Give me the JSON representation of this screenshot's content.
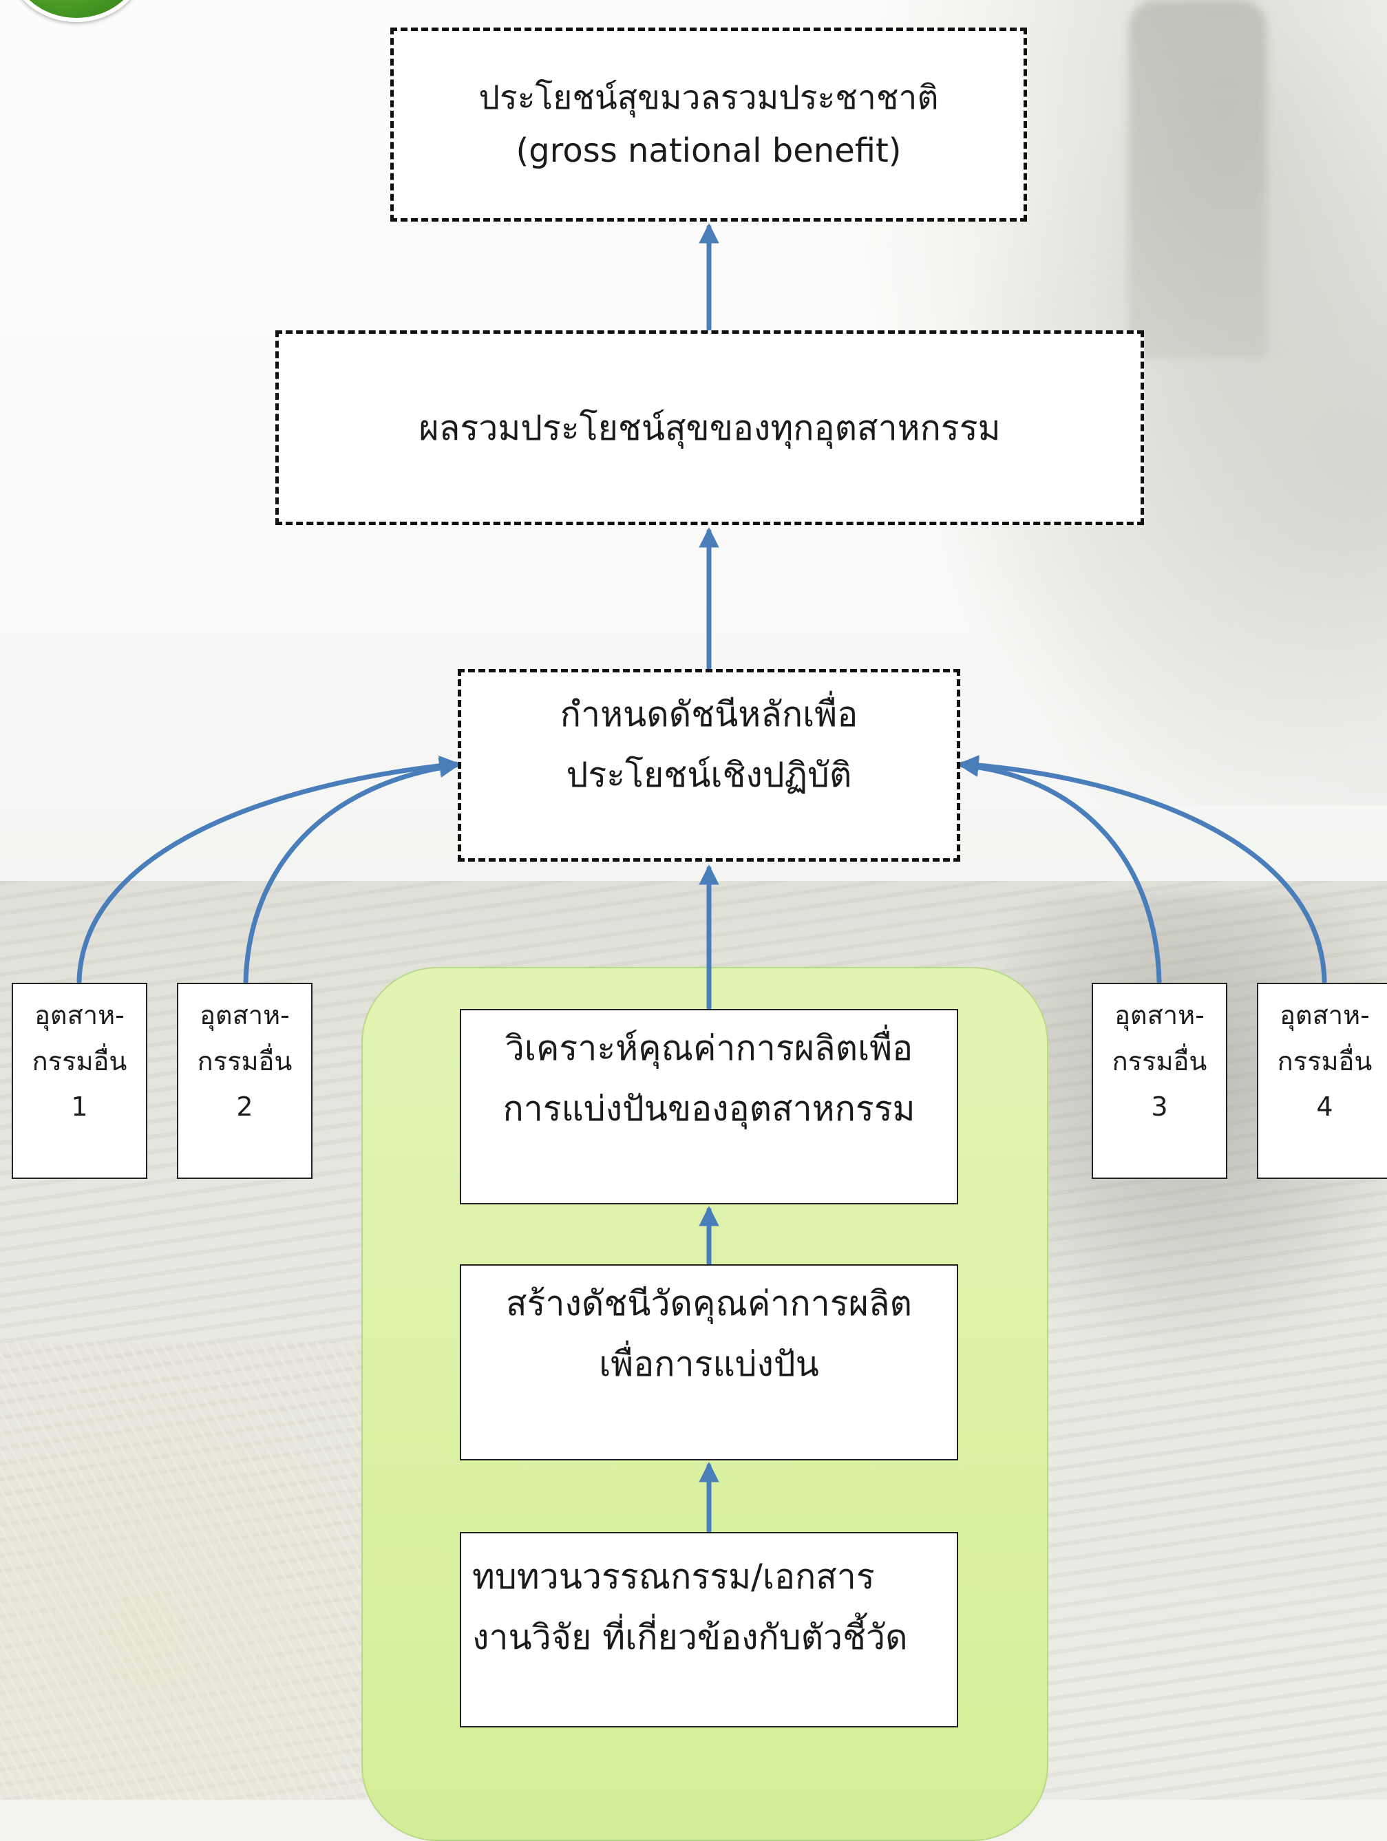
{
  "colors": {
    "arrow": "#4a7ebb",
    "panel": "#d8f0a4",
    "box_border": "#111111"
  },
  "diagram": {
    "top_box": {
      "line1": "ประโยชน์สุขมวลรวมประชาชาติ",
      "line2": "(gross national benefit)"
    },
    "sum_box": {
      "text": "ผลรวมประโยชน์สุขของทุกอุตสาหกรรม"
    },
    "index_box": {
      "line1": "กำหนดดัชนีหลักเพื่อ",
      "line2": "ประโยชน์เชิงปฏิบัติ"
    },
    "side_boxes": [
      {
        "line1": "อุตสาห-",
        "line2": "กรรมอื่น",
        "number": "1"
      },
      {
        "line1": "อุตสาห-",
        "line2": "กรรมอื่น",
        "number": "2"
      },
      {
        "line1": "อุตสาห-",
        "line2": "กรรมอื่น",
        "number": "3"
      },
      {
        "line1": "อุตสาห-",
        "line2": "กรรมอื่น",
        "number": "4"
      }
    ],
    "inner_boxes": {
      "analyze": {
        "line1": "วิเคราะห์คุณค่าการผลิตเพื่อ",
        "line2": "การแบ่งปันของอุตสาหกรรม"
      },
      "create": {
        "line1": "สร้างดัชนีวัดคุณค่าการผลิต",
        "line2": "เพื่อการแบ่งปัน"
      },
      "review": {
        "line1": "ทบทวนวรรณกรรม/เอกสาร",
        "line2": "งานวิจัย ที่เกี่ยวข้องกับตัวชี้วัด"
      }
    }
  }
}
